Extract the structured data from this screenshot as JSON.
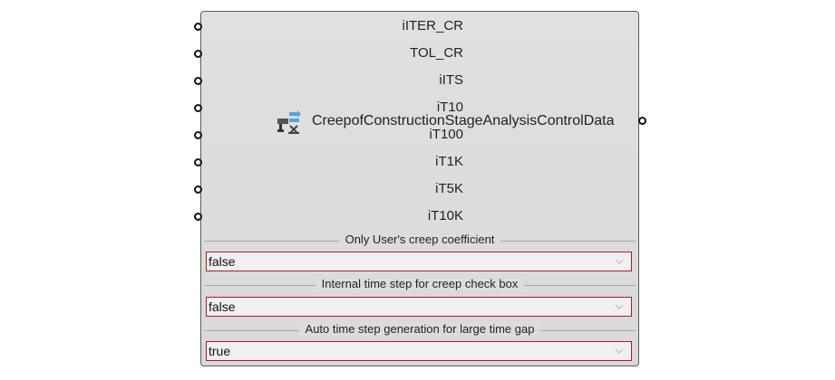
{
  "component": {
    "name": "CreepofConstructionStageAnalysisControlData",
    "icon": "creep-analysis-component-icon",
    "inputs": [
      "iITER_CR",
      "TOL_CR",
      "iITS",
      "iT10",
      "iT100",
      "iT1K",
      "iT5K",
      "iT10K"
    ]
  },
  "options": [
    {
      "title": "Only User's creep coefficient",
      "value": "false"
    },
    {
      "title": "Internal time step for creep check box",
      "value": "false"
    },
    {
      "title": "Auto time step generation for large time gap",
      "value": "true"
    }
  ],
  "colors": {
    "component_body": "#dcdcdc",
    "dropdown_border": "#b01c1c",
    "dropdown_fill": "#f0f0f0"
  }
}
